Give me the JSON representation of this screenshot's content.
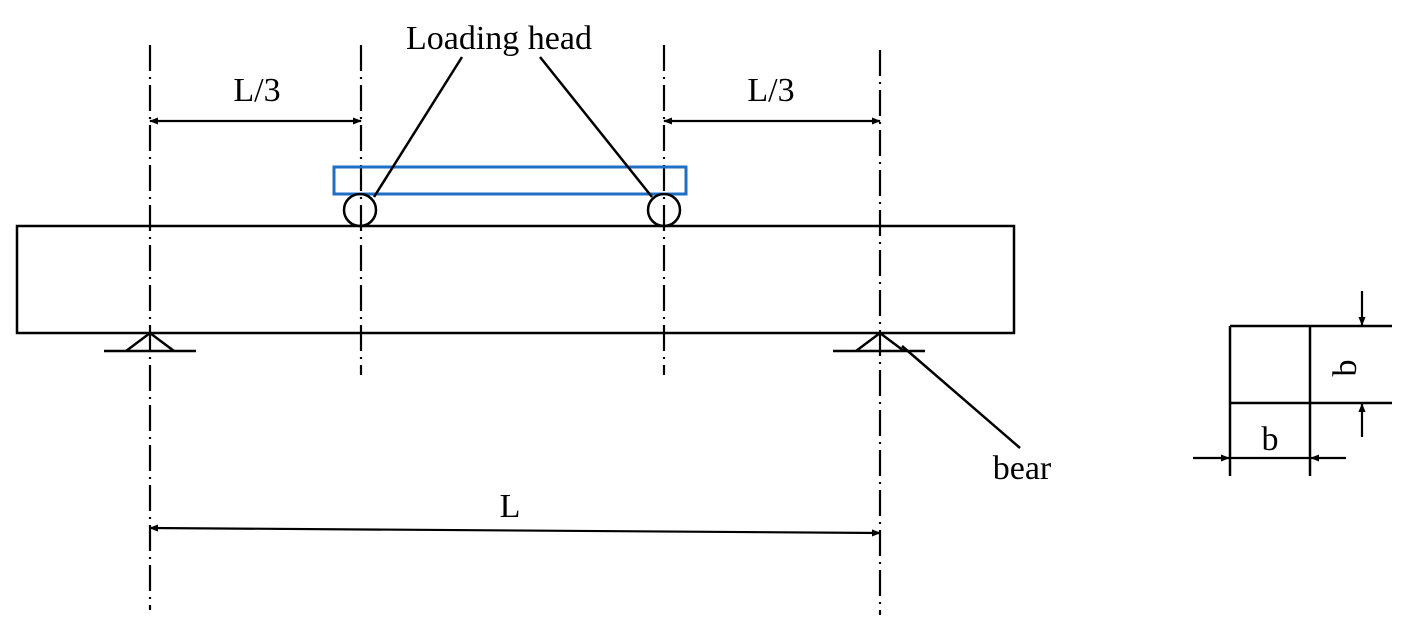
{
  "labels": {
    "loading_head": "Loading head",
    "left_third": "L/3",
    "right_third": "L/3",
    "span": "L",
    "bearing": "bear",
    "section_height": "b",
    "section_width": "b"
  },
  "colors": {
    "loading_frame": "#1f6fc5",
    "lines": "#000000"
  }
}
